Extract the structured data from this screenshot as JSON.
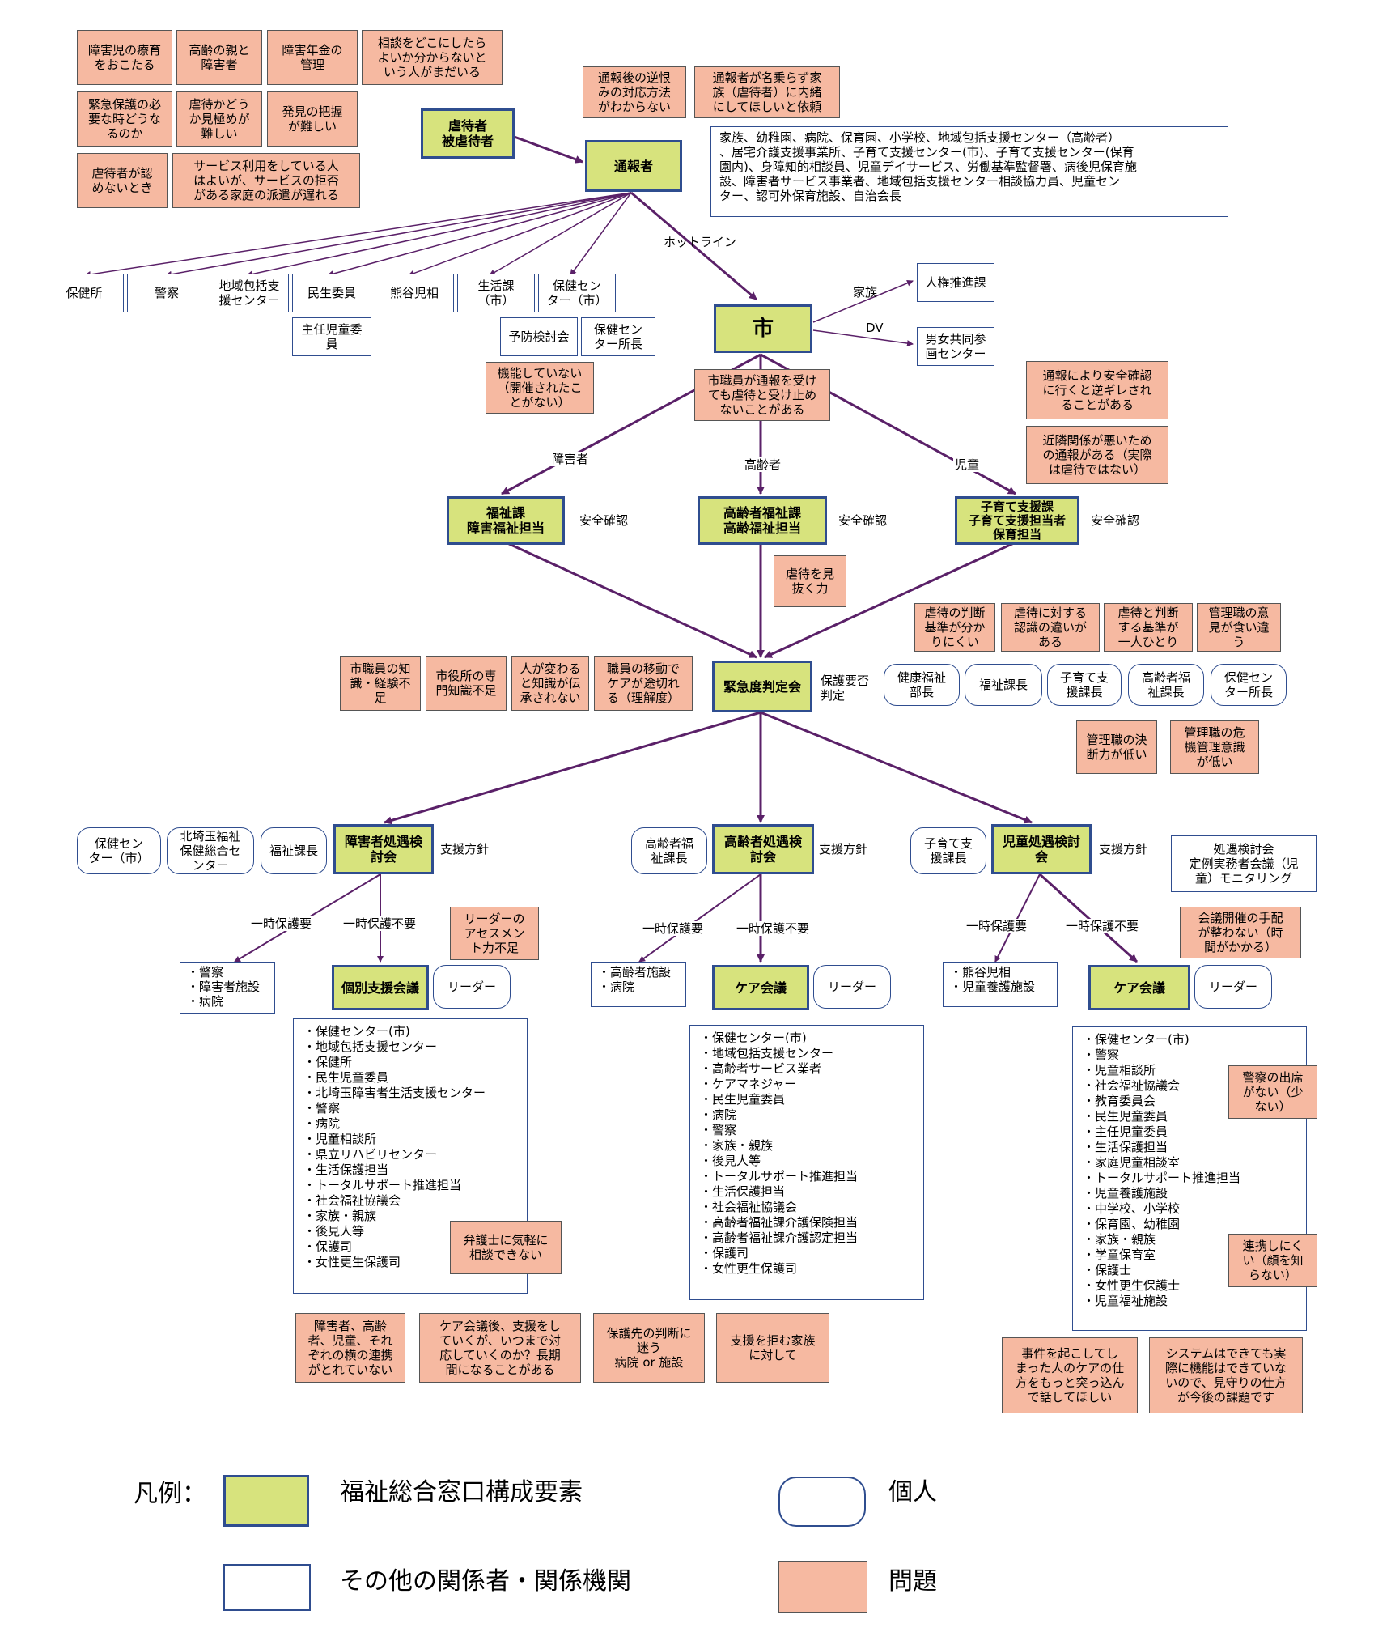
{
  "colors": {
    "key_fill": "#d7e37d",
    "key_border": "#2f4d8f",
    "problem_fill": "#f6b9a1",
    "arrow": "#5a2068",
    "line_blue": "#2f4d8f"
  },
  "top_problems": [
    "障害児の療育\nをおこたる",
    "高齢の親と\n障害者",
    "障害年金の\n管理",
    "相談をどこにしたら\nよいか分からないと\nいう人がまだいる",
    "緊急保護の必\n要な時どうな\nるのか",
    "虐待かどう\nか見極めが\n難しい",
    "発見の把握\nが難しい",
    "虐待者が認\nめないとき",
    "サービス利用をしている人\nはよいが、サービスの拒否\nがある家庭の派遣が遅れる"
  ],
  "reporter_problems": [
    "通報後の逆恨\nみの対応方法\nがわからない",
    "通報者が名乗らず家\n族（虐待者）に内緒\nにしてほしいと依頼"
  ],
  "abuser": "虐待者\n被虐待者",
  "reporter": "通報者",
  "reporter_list": "家族、幼稚園、病院、保育園、小学校、地域包括支援センター（高齢者）\n、居宅介護支援事業所、子育て支援センター(市)、子育て支援センター(保育\n園内)、身障知的相談員、児童デイサービス、労働基準監督署、病後児保育施\n設、障害者サービス事業者、地域包括支援センター相談協力員、児童セン\nター、認可外保育施設、自治会長",
  "agencies": [
    "保健所",
    "警察",
    "地域包括支\n援センター",
    "民生委員",
    "熊谷児相",
    "生活課\n（市）",
    "保健セン\nター（市）"
  ],
  "sub_minsei": "主任児童委\n員",
  "yobou": "予防検討会",
  "hoken_chief": "保健セン\nター所長",
  "yobou_problem": "機能していない\n（開催されたこ\nとがない）",
  "hotline": "ホットライン",
  "city": "市",
  "family": "家族",
  "dv": "DV",
  "jinken": "人権推進課",
  "danjo": "男女共同参\n画センター",
  "city_problem": "市職員が通報を受け\nても虐待と受け止め\nないことがある",
  "right_problems": [
    "通報により安全確認\nに行くと逆ギレされ\nることがある",
    "近隣関係が悪いため\nの通報がある（実際\nは虐待ではない）"
  ],
  "branches": {
    "disabled": "障害者",
    "elderly": "高齢者",
    "child": "児童"
  },
  "depts": [
    "福祉課\n障害福祉担当",
    "高齢者福祉課\n高齢福祉担当",
    "子育て支援課\n子育て支援担当者\n保育担当"
  ],
  "safety": "安全確認",
  "mihiku": "虐待を見\n抜く力",
  "judge_problems_right": [
    "虐待の判断\n基準が分か\nりにくい",
    "虐待に対する\n認識の違いが\nある",
    "虐待と判断\nする基準が\n一人ひとり",
    "管理職の意\n見が食い違\nう"
  ],
  "judge_problems_left": [
    "市職員の知\n識・経験不\n足",
    "市役所の専\n門知識不足",
    "人が変わる\nと知識が伝\n承されない",
    "職員の移動で\nケアが途切れ\nる（理解度）"
  ],
  "emergency": "緊急度判定会",
  "hogo_yohi": "保護要否\n判定",
  "judge_members": [
    "健康福祉\n部長",
    "福祉課長",
    "子育て支\n援課長",
    "高齢者福\n祉課長",
    "保健セン\nター所長"
  ],
  "manager_problems": [
    "管理職の決\n断力が低い",
    "管理職の危\n機管理意識\nが低い"
  ],
  "shien": "支援方針",
  "confs": [
    "障害者処遇検\n討会",
    "高齢者処遇検\n討会",
    "児童処遇検討\n会"
  ],
  "conf_members_left": [
    "保健セン\nター（市）",
    "北埼玉福祉\n保健総合セ\nンター",
    "福祉課長"
  ],
  "conf_member_mid": "高齢者福\n祉課長",
  "conf_member_right": "子育て支\n援課長",
  "child_conf_note": "処遇検討会\n定例実務者会議（児\n童）モニタリング",
  "ichiji_yo": "一時保護要",
  "ichiji_fuyo": "一時保護不要",
  "leader_problem": "リーダーの\nアセスメン\nト力不足",
  "kaigi_problem": "会議開催の手配\nが整わない（時\n間がかかる）",
  "protect_lists": [
    "・警察\n・障害者施設\n・病院",
    "・高齢者施設\n・病院",
    "・熊谷児相\n・児童養護施設"
  ],
  "support_meetings": [
    "個別支援会議",
    "ケア会議",
    "ケア会議"
  ],
  "leader": "リーダー",
  "member_lists": [
    "・保健センター(市)\n・地域包括支援センター\n・保健所\n・民生児童委員\n・北埼玉障害者生活支援センター\n・警察\n・病院\n・児童相談所\n・県立リハビリセンター\n・生活保護担当\n・トータルサポート推進担当\n・社会福祉協議会\n・家族・親族\n・後見人等\n・保護司\n・女性更生保護司",
    "・保健センター(市)\n・地域包括支援センター\n・高齢者サービス業者\n・ケアマネジャー\n・民生児童委員\n・病院\n・警察\n・家族・親族\n・後見人等\n・トータルサポート推進担当\n・生活保護担当\n・社会福祉協議会\n・高齢者福祉課介護保険担当\n・高齢者福祉課介護認定担当\n・保護司\n・女性更生保護司",
    "・保健センター(市)\n・警察\n・児童相談所\n・社会福祉協議会\n・教育委員会\n・民生児童委員\n・主任児童委員\n・生活保護担当\n・家庭児童相談室\n・トータルサポート推進担当\n・児童養護施設\n・中学校、小学校\n・保育園、幼稚園\n・家族・親族\n・学童保育室\n・保護士\n・女性更生保護士\n・児童福祉施設"
  ],
  "lawyer_problem": "弁護士に気軽に\n相談できない",
  "police_problem": "警察の出席\nがない（少\nない）",
  "renkei_problem": "連携しにく\nい（顔を知\nらない）",
  "bottom_problems": [
    "障害者、高齢\n者、児童、それ\nぞれの横の連携\nがとれていない",
    "ケア会議後、支援をし\nていくが、いつまで対\n応していくのか？長期\n間になることがある",
    "保護先の判断に\n迷う\n病院 or 施設",
    "支援を拒む家族\nに対して",
    "事件を起こしてし\nまった人のケアの仕\n方をもっと突っ込ん\nで話してほしい",
    "システムはできても実\n際に機能はできていな\nいので、見守りの仕方\nが今後の課題です"
  ],
  "legend": {
    "title": "凡例：",
    "key": "福祉総合窓口構成要素",
    "individual": "個人",
    "other": "その他の関係者・関係機関",
    "problem": "問題"
  }
}
